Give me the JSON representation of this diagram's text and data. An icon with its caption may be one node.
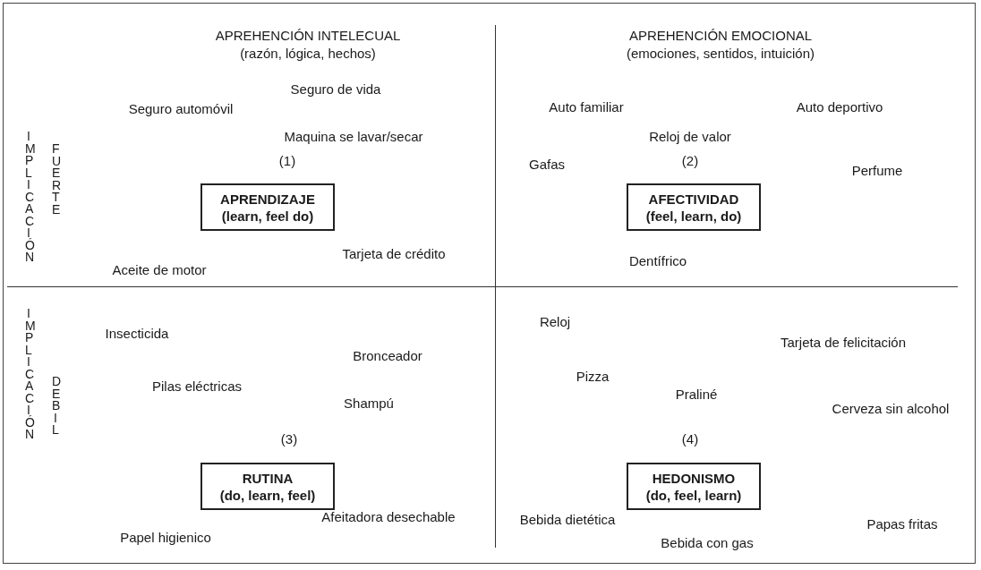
{
  "diagram": {
    "nodes": [
      {
        "text": [
          "APRENDIZAJE",
          "(learn, feel do)"
        ]
      },
      {
        "text": [
          "AFECTIVIDAD",
          "(feel, learn, do)"
        ]
      },
      {
        "text": [
          "RUTINA",
          "(do, learn, feel)"
        ]
      },
      {
        "text": [
          "HEDONISMO",
          "(do, feel, learn)"
        ]
      }
    ],
    "labels": [
      "APREHENCIÓN INTELECUAL",
      "(razón, lógica, hechos)",
      "APREHENCIÓN EMOCIONAL",
      "(emociones, sentidos, intuición)",
      "IMPLICACIÓN",
      "FUERTE",
      "Seguro de vida",
      "Seguro automóvil",
      "Maquina se lavar/secar",
      "(1)",
      "Tarjeta de crédito",
      "Aceite de motor",
      "Auto familiar",
      "Auto deportivo",
      "Reloj de valor",
      "(2)",
      "Gafas",
      "Perfume",
      "Dentífrico",
      "IMPLICACIÓN",
      "DEBIL",
      "Insecticida",
      "Bronceador",
      "Pilas eléctricas",
      "Shampú",
      "(3)",
      "Afeitadora desechable",
      "Papel higienico",
      "Reloj",
      "Tarjeta de felicitación",
      "Pizza",
      "Praliné",
      "Cerveza sin alcohol",
      "(4)",
      "Bebida dietética",
      "Papas fritas",
      "Bebida con gas"
    ]
  }
}
